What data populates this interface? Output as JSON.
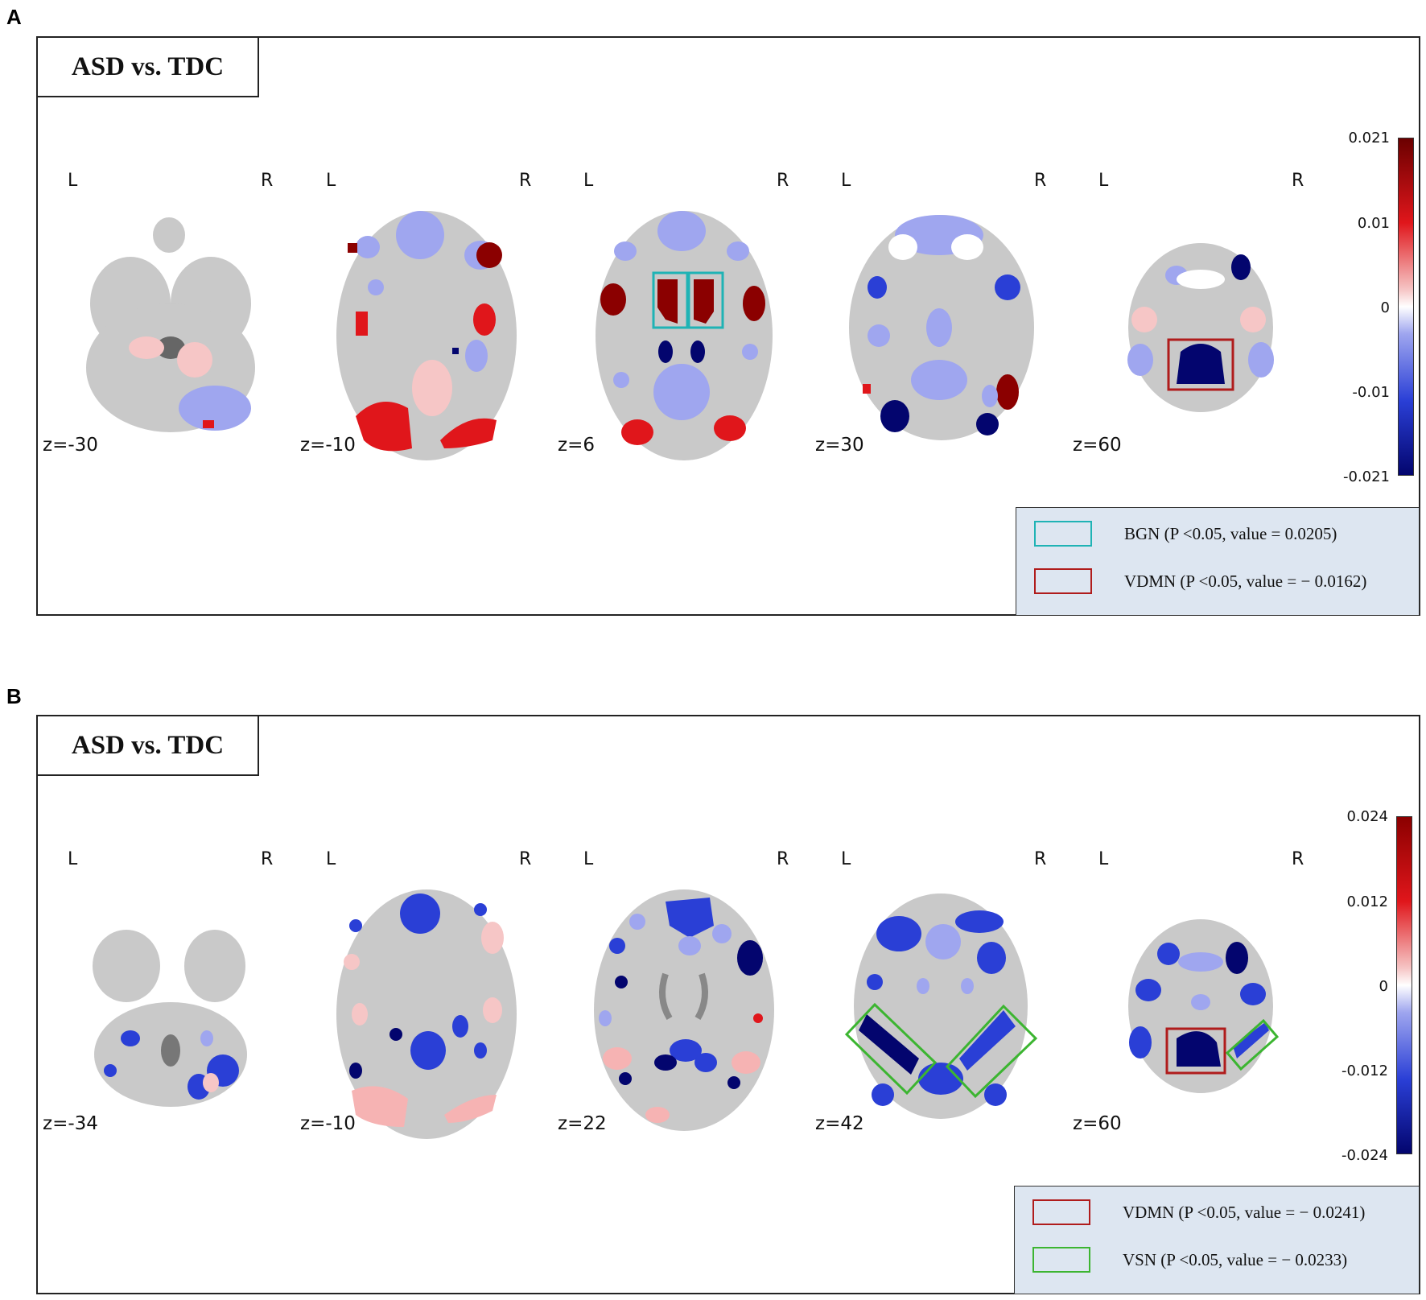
{
  "panels": [
    {
      "letter": "A",
      "title": "ASD vs. TDC",
      "left_label": "L",
      "right_label": "R",
      "slices": [
        "z=-30",
        "z=-10",
        "z=6",
        "z=30",
        "z=60"
      ],
      "colorbar": {
        "max": "0.021",
        "upper": "0.01",
        "zero": "0",
        "lower": "-0.01",
        "min": "-0.021"
      },
      "legend": [
        {
          "text": "BGN (P <0.05, value = 0.0205)",
          "color": "#1fb3b5"
        },
        {
          "text": "VDMN (P <0.05, value = − 0.0162)",
          "color": "#b01c1c"
        }
      ]
    },
    {
      "letter": "B",
      "title": "ASD vs. TDC",
      "left_label": "L",
      "right_label": "R",
      "slices": [
        "z=-34",
        "z=-10",
        "z=22",
        "z=42",
        "z=60"
      ],
      "colorbar": {
        "max": "0.024",
        "upper": "0.012",
        "zero": "0",
        "lower": "-0.012",
        "min": "-0.024"
      },
      "legend": [
        {
          "text": "VDMN (P <0.05, value = − 0.0241)",
          "color": "#b01c1c"
        },
        {
          "text": "VSN (P <0.05, value = − 0.0233)",
          "color": "#3cb531"
        }
      ]
    }
  ],
  "colors": {
    "brain_gray": "#c9c9c9",
    "dark_red": "#8b0000",
    "red": "#e0161b",
    "pink": "#f6c6c6",
    "light_blue": "#9fa6ef",
    "blue": "#2a3fd6",
    "navy": "#03056e"
  }
}
